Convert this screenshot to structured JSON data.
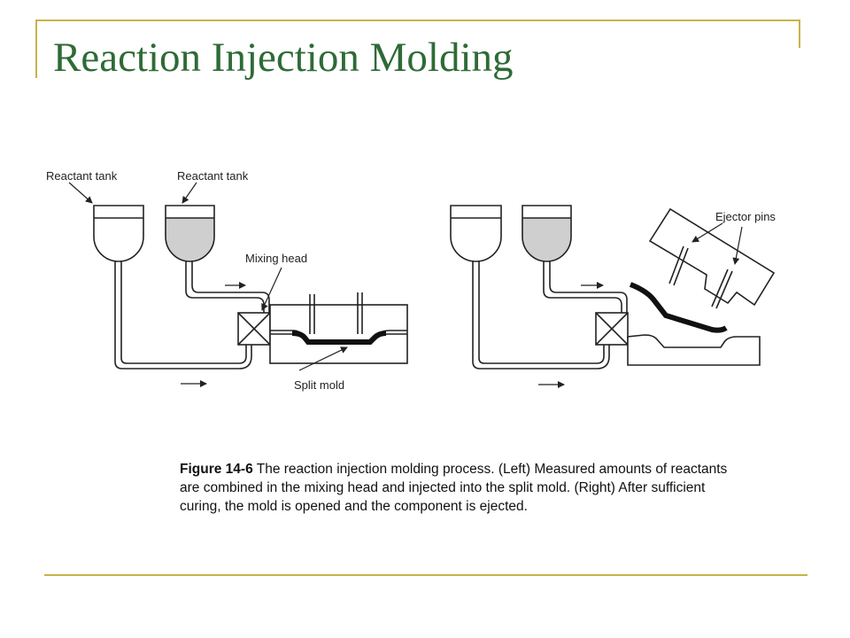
{
  "slide": {
    "title": "Reaction Injection Molding"
  },
  "diagram": {
    "labels": {
      "reactant_tank_1": "Reactant tank",
      "reactant_tank_2": "Reactant tank",
      "mixing_head": "Mixing head",
      "split_mold": "Split mold",
      "ejector_pins": "Ejector pins"
    }
  },
  "caption": {
    "figure_number": "Figure 14-6",
    "text": "The reaction injection molding process. (Left) Measured amounts of reactants are combined in the mixing head and injected into the split mold. (Right) After sufficient curing, the mold is opened and the component is ejected."
  }
}
